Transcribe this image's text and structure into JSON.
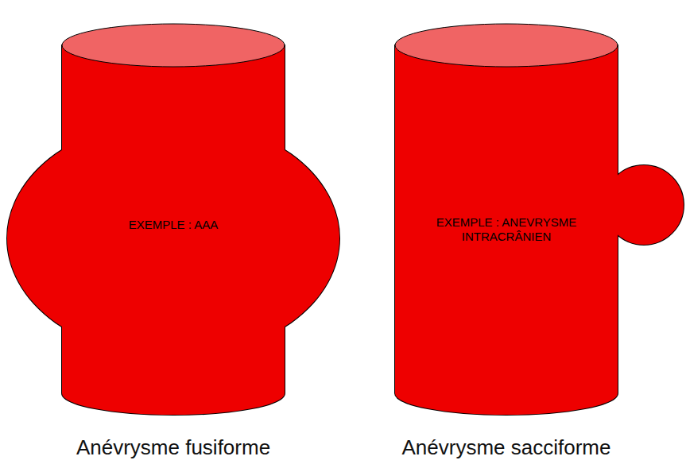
{
  "diagram": {
    "nodes": [
      {
        "text": [
          "EXEMPLE : AAA",
          "Anévrysme fusiforme"
        ]
      },
      {
        "text": [
          "EXEMPLE : ANEVRYSME INTRACRÂNIEN",
          "Anévrysme sacciforme"
        ]
      }
    ]
  }
}
